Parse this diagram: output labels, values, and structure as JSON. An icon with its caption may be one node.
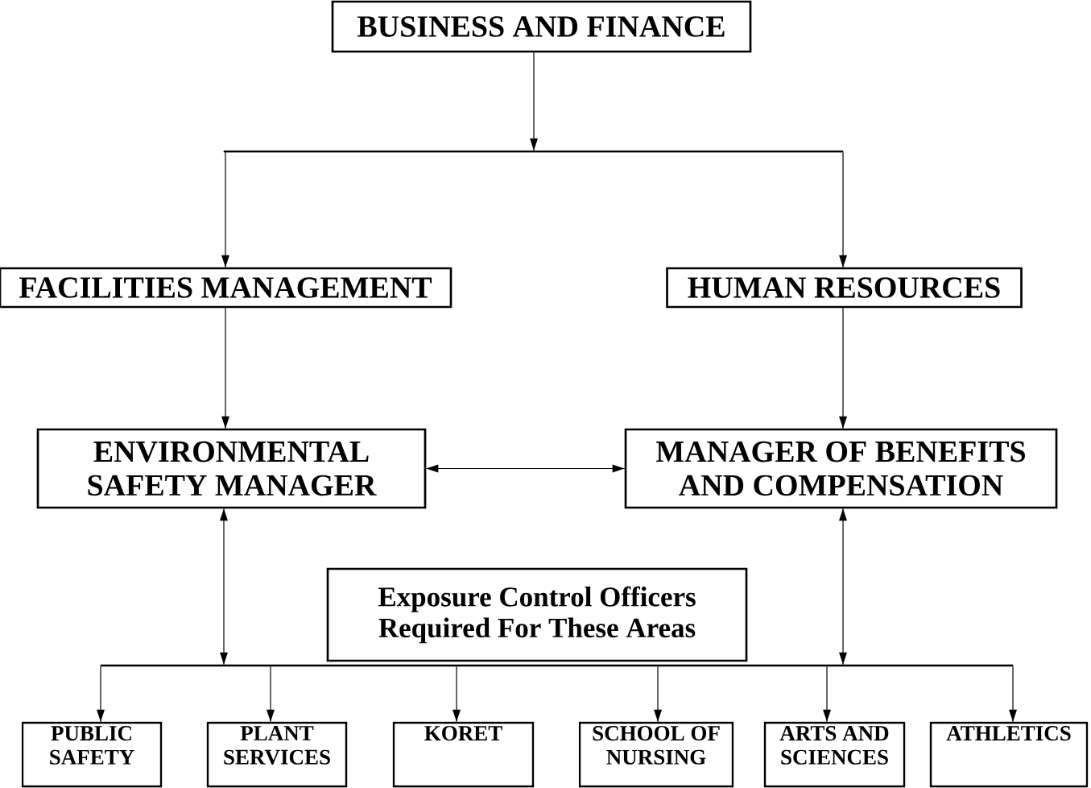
{
  "diagram": {
    "nodes": [
      {
        "text": [
          "BUSINESS AND FINANCE"
        ]
      },
      {
        "text": [],
        "shape": "bar"
      },
      {
        "text": [
          "FACILITIES MANAGEMENT"
        ]
      },
      {
        "text": [
          "HUMAN RESOURCES"
        ]
      },
      {
        "text": [
          "ENVIRONMENTAL SAFETY MANAGER"
        ]
      },
      {
        "text": [
          "MANAGER OF BENEFITS AND COMPENSATION"
        ]
      },
      {
        "text": [
          "Exposure Control Officers Required For These Areas"
        ]
      },
      {
        "text": [],
        "shape": "bar"
      },
      {
        "text": [
          "PUBLIC SAFETY"
        ]
      },
      {
        "text": [
          "PLANT SERVICES"
        ]
      },
      {
        "text": [
          "KORET"
        ]
      },
      {
        "text": [
          "SCHOOL OF NURSING"
        ]
      },
      {
        "text": [
          "ARTS AND SCIENCES"
        ]
      },
      {
        "text": [
          "ATHLETICS"
        ]
      }
    ],
    "edges": [
      {
        "from": 0,
        "to": 1,
        "arrow": "to"
      },
      {
        "from": 1,
        "to": 2,
        "arrow": "to"
      },
      {
        "from": 1,
        "to": 3,
        "arrow": "to"
      },
      {
        "from": 2,
        "to": 4,
        "arrow": "to"
      },
      {
        "from": 3,
        "to": 5,
        "arrow": "to"
      },
      {
        "from": 4,
        "to": 5,
        "arrow": "both"
      },
      {
        "from": 4,
        "to": 7,
        "arrow": "both"
      },
      {
        "from": 5,
        "to": 7,
        "arrow": "both"
      },
      {
        "from": 7,
        "to": 8,
        "arrow": "to"
      },
      {
        "from": 7,
        "to": 9,
        "arrow": "to"
      },
      {
        "from": 7,
        "to": 10,
        "arrow": "to"
      },
      {
        "from": 7,
        "to": 11,
        "arrow": "to"
      },
      {
        "from": 7,
        "to": 12,
        "arrow": "to"
      },
      {
        "from": 7,
        "to": 13,
        "arrow": "to"
      }
    ]
  }
}
